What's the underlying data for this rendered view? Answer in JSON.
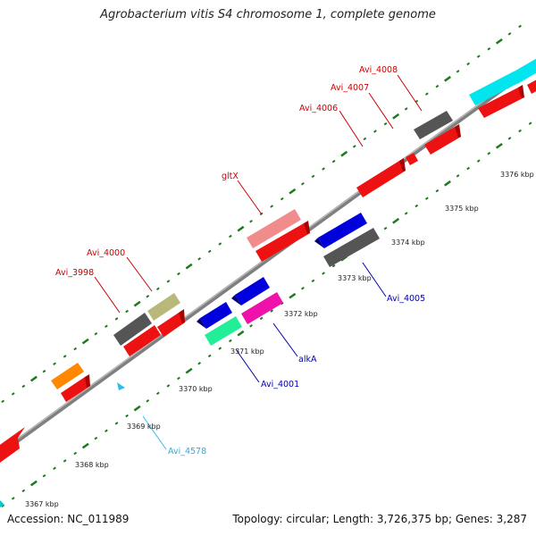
{
  "title": "Agrobacterium vitis S4 chromosome 1, complete genome",
  "footer": {
    "accession": "Accession: NC_011989",
    "topology": "Topology: circular; Length: 3,726,375 bp; Genes: 3,287"
  },
  "colors": {
    "backbone": "#7f7f7f",
    "tick": "#1f7a1f",
    "forward_label": "#cc0000",
    "reverse_label": "#0000aa",
    "pseudo_label": "#33aadd"
  },
  "scale_labels": [
    {
      "text": "3367 kbp"
    },
    {
      "text": "3368 kbp"
    },
    {
      "text": "3369 kbp"
    },
    {
      "text": "3370 kbp"
    },
    {
      "text": "3371 kbp"
    },
    {
      "text": "3372 kbp"
    },
    {
      "text": "3373 kbp"
    },
    {
      "text": "3374 kbp"
    },
    {
      "text": "3375 kbp"
    },
    {
      "text": "3376 kbp"
    }
  ],
  "gene_labels": [
    {
      "text": "Avi_4008",
      "strand": "forward"
    },
    {
      "text": "Avi_4007",
      "strand": "forward"
    },
    {
      "text": "Avi_4006",
      "strand": "forward"
    },
    {
      "text": "gltX",
      "strand": "forward"
    },
    {
      "text": "Avi_4000",
      "strand": "forward"
    },
    {
      "text": "Avi_3998",
      "strand": "forward"
    },
    {
      "text": "Avi_4005",
      "strand": "reverse"
    },
    {
      "text": "alkA",
      "strand": "reverse"
    },
    {
      "text": "Avi_4001",
      "strand": "reverse"
    },
    {
      "text": "Avi_4578",
      "strand": "pseudo"
    }
  ]
}
